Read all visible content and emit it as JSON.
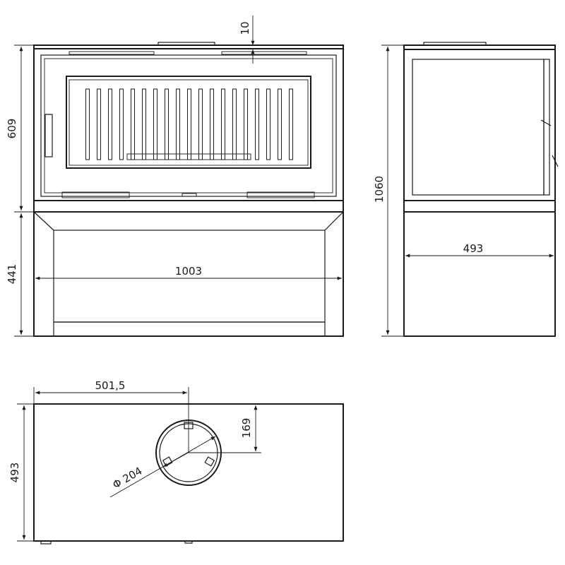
{
  "drawing": {
    "front_view": {
      "dims": {
        "top_gap": "10",
        "firebox_height": "609",
        "base_height": "441",
        "width": "1003"
      }
    },
    "side_view": {
      "dims": {
        "total_height": "1060",
        "depth": "493"
      }
    },
    "top_view": {
      "dims": {
        "flue_center_x": "501,5",
        "flue_center_y": "169",
        "depth": "493",
        "flue_diameter": "Φ 204"
      }
    }
  },
  "colors": {
    "line": "#1a1a1a",
    "background": "#ffffff"
  }
}
